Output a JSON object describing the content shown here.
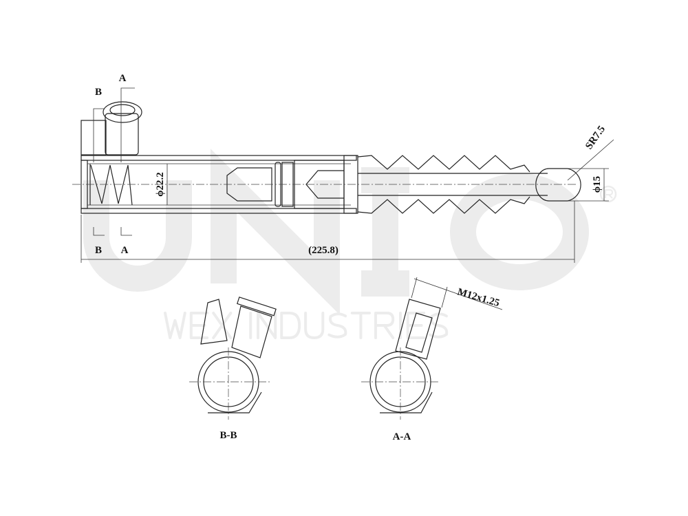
{
  "watermark": {
    "brand": "UNIO",
    "company": "WEX INDUSTRIES",
    "registered": "®"
  },
  "colors": {
    "line": "#222222",
    "watermark": "#ececec",
    "background": "#ffffff"
  },
  "labels": {
    "section_a_top": "A",
    "section_b_top": "B",
    "section_a_bottom": "A",
    "section_b_bottom": "B",
    "bore_diameter": "ϕ22.2",
    "ball_radius": "SR7.5",
    "ball_diameter": "ϕ15",
    "overall_length": "(225.8)",
    "thread": "M12x1.25",
    "view_bb": "B-B",
    "view_aa": "A-A"
  }
}
